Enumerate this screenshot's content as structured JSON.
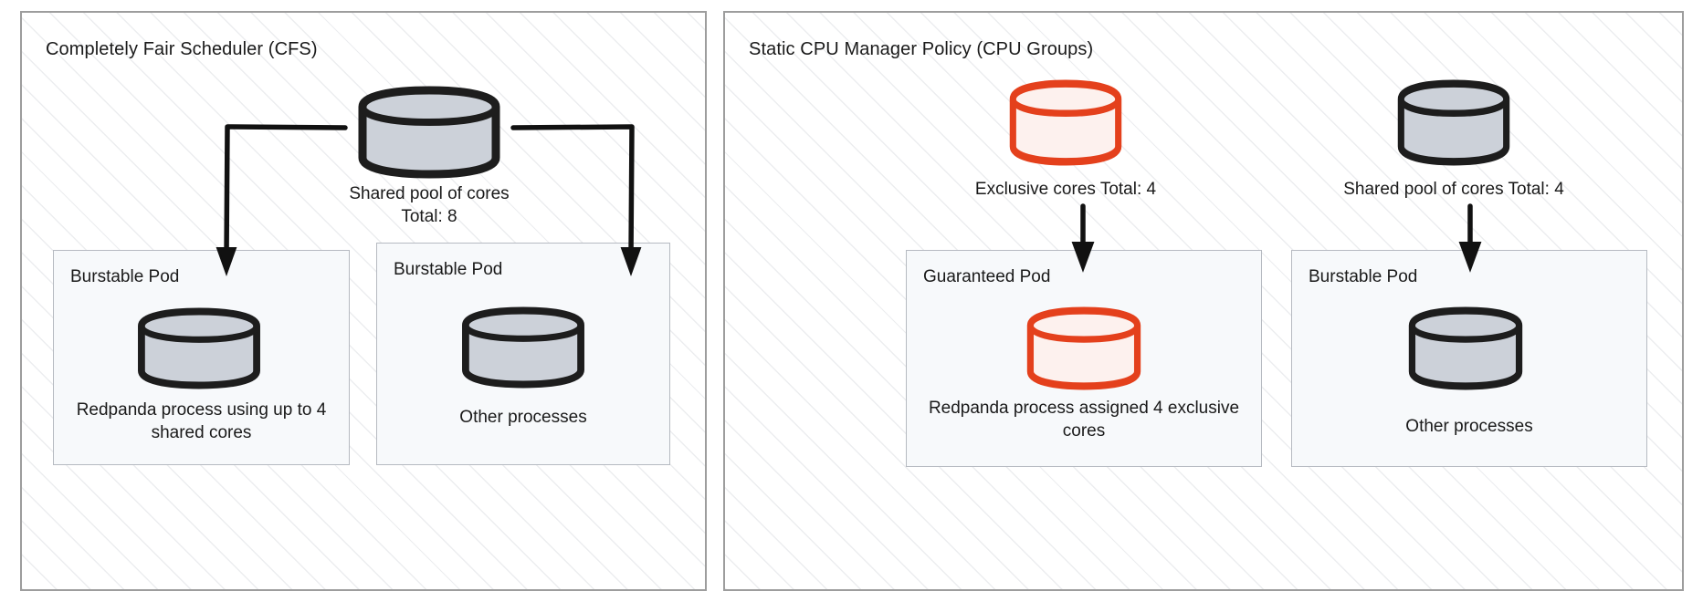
{
  "colors": {
    "panel_border": "#9d9d9d",
    "pod_border": "#b6bac1",
    "pod_fill": "#f7f9fb",
    "cylinder_stroke_dark": "#1d1d1d",
    "cylinder_fill_gray": "#ccd1d9",
    "cylinder_stroke_red": "#e4401c",
    "cylinder_fill_red": "#fdf1ee",
    "arrow": "#111111",
    "text": "#1a1a1a"
  },
  "panels": [
    {
      "id": "cfs",
      "title": "Completely Fair Scheduler (CFS)",
      "source_cylinders": [
        {
          "name": "shared-pool",
          "variant": "gray",
          "caption": "Shared pool of cores\nTotal: 8"
        }
      ],
      "pods": [
        {
          "name": "burstable-pod-left",
          "title": "Burstable Pod",
          "cylinder_variant": "gray",
          "caption": "Redpanda process using\nup to 4 shared cores"
        },
        {
          "name": "burstable-pod-right",
          "title": "Burstable Pod",
          "cylinder_variant": "gray",
          "caption": "Other processes"
        }
      ]
    },
    {
      "id": "static",
      "title": "Static CPU Manager Policy (CPU Groups)",
      "source_cylinders": [
        {
          "name": "exclusive-cores",
          "variant": "red",
          "caption": "Exclusive cores Total: 4"
        },
        {
          "name": "shared-pool",
          "variant": "gray",
          "caption": "Shared pool of cores Total: 4"
        }
      ],
      "pods": [
        {
          "name": "guaranteed-pod",
          "title": "Guaranteed Pod",
          "cylinder_variant": "red",
          "caption": "Redpanda process assigned\n4 exclusive cores"
        },
        {
          "name": "burstable-pod",
          "title": "Burstable Pod",
          "cylinder_variant": "gray",
          "caption": "Other processes"
        }
      ]
    }
  ]
}
